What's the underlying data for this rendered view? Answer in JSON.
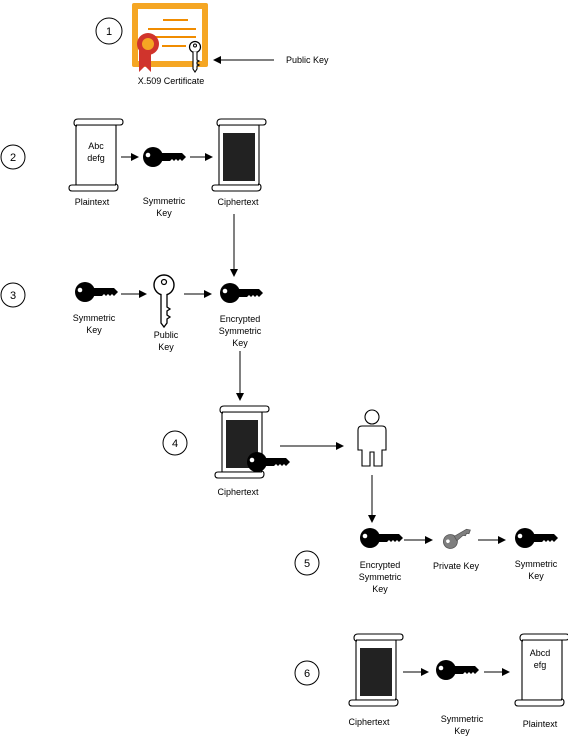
{
  "steps": [
    "1",
    "2",
    "3",
    "4",
    "5",
    "6"
  ],
  "step1": {
    "certificate_caption": "X.509 Certificate",
    "public_key_label": "Public Key"
  },
  "step2": {
    "scroll_text_line1": "Abc",
    "scroll_text_line2": "defg",
    "plaintext_label": "Plaintext",
    "symmetric_key_line1": "Symmetric",
    "symmetric_key_line2": "Key",
    "ciphertext_label": "Ciphertext"
  },
  "step3": {
    "symmetric_key_line1": "Symmetric",
    "symmetric_key_line2": "Key",
    "public_key_line1": "Public",
    "public_key_line2": "Key",
    "encrypted_line1": "Encrypted",
    "encrypted_line2": "Symmetric",
    "encrypted_line3": "Key"
  },
  "step4": {
    "ciphertext_label": "Ciphertext"
  },
  "step5": {
    "encrypted_line1": "Encrypted",
    "encrypted_line2": "Symmetric",
    "encrypted_line3": "Key",
    "private_key_label": "Private Key",
    "symmetric_key_line1": "Symmetric",
    "symmetric_key_line2": "Key"
  },
  "step6": {
    "ciphertext_label": "Ciphertext",
    "symmetric_key_line1": "Symmetric",
    "symmetric_key_line2": "Key",
    "scroll_text_line1": "Abcd",
    "scroll_text_line2": "efg",
    "plaintext_label": "Plaintext"
  },
  "colors": {
    "certificate_orange": "#f5a623",
    "certificate_stroke": "#f08c00",
    "seal_red": "#d0342c",
    "ciphertext_fill": "#222222",
    "private_key_gray": "#7f7f7f"
  }
}
